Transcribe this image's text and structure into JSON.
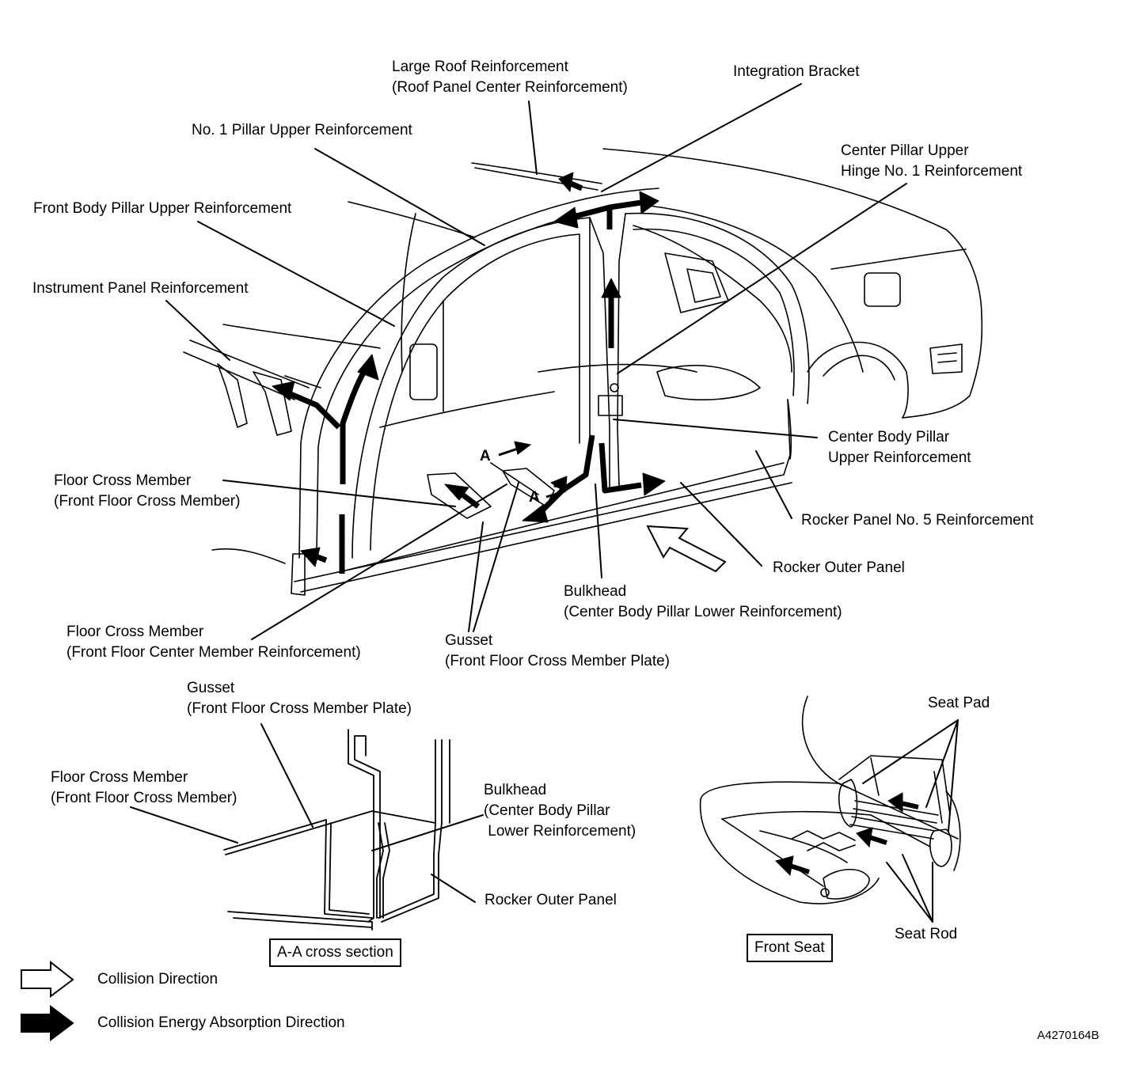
{
  "labels": {
    "large_roof": [
      "Large Roof Reinforcement",
      "(Roof Panel Center Reinforcement)"
    ],
    "integration_bracket": [
      "Integration Bracket"
    ],
    "no1_pillar": [
      "No. 1 Pillar Upper Reinforcement"
    ],
    "center_pillar_upper_hinge": [
      "Center Pillar Upper",
      "Hinge No. 1 Reinforcement"
    ],
    "front_body_pillar": [
      "Front Body Pillar Upper Reinforcement"
    ],
    "instrument_panel": [
      "Instrument Panel Reinforcement"
    ],
    "center_body_pillar_upper": [
      "Center Body Pillar",
      "Upper Reinforcement"
    ],
    "floor_cross_front": [
      "Floor Cross Member",
      "(Front Floor Cross Member)"
    ],
    "rocker_no5": [
      "Rocker Panel No. 5 Reinforcement"
    ],
    "rocker_outer": [
      "Rocker Outer Panel"
    ],
    "bulkhead": [
      "Bulkhead",
      "(Center Body Pillar Lower Reinforcement)"
    ],
    "floor_cross_center": [
      "Floor Cross Member",
      "(Front Floor Center Member Reinforcement)"
    ],
    "gusset": [
      "Gusset",
      "(Front Floor Cross Member Plate)"
    ],
    "section_a_top": "A",
    "section_a_bottom": "A",
    "cs_gusset": [
      "Gusset",
      "(Front Floor Cross Member Plate)"
    ],
    "cs_floor_cross": [
      "Floor Cross Member",
      "(Front Floor Cross Member)"
    ],
    "cs_bulkhead": [
      "Bulkhead",
      "(Center Body Pillar",
      " Lower Reinforcement)"
    ],
    "cs_rocker_outer": [
      "Rocker Outer Panel"
    ],
    "seat_pad": [
      "Seat Pad"
    ],
    "seat_rod": [
      "Seat Rod"
    ]
  },
  "boxes": {
    "cross_section": "A-A cross section",
    "front_seat": "Front Seat"
  },
  "legend": {
    "collision_direction": "Collision Direction",
    "energy_absorption": "Collision Energy Absorption Direction",
    "hollow_arrow_icon": "hollow-arrow-icon",
    "solid_arrow_icon": "solid-arrow-icon"
  },
  "figure_code": "A4270164B"
}
